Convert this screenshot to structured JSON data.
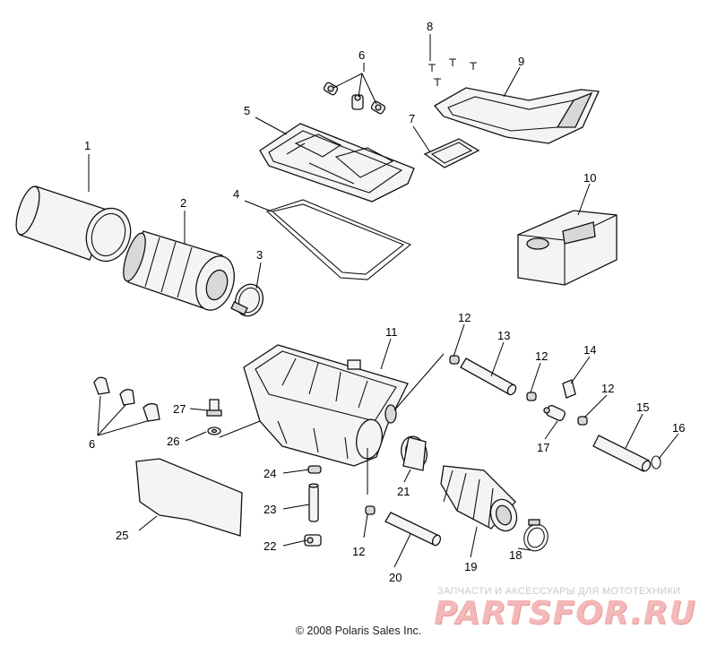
{
  "callouts": [
    {
      "id": "c1",
      "text": "1"
    },
    {
      "id": "c2",
      "text": "2"
    },
    {
      "id": "c3",
      "text": "3"
    },
    {
      "id": "c4",
      "text": "4"
    },
    {
      "id": "c5",
      "text": "5"
    },
    {
      "id": "c6a",
      "text": "6"
    },
    {
      "id": "c6b",
      "text": "6"
    },
    {
      "id": "c7",
      "text": "7"
    },
    {
      "id": "c8",
      "text": "8"
    },
    {
      "id": "c9",
      "text": "9"
    },
    {
      "id": "c10",
      "text": "10"
    },
    {
      "id": "c11",
      "text": "11"
    },
    {
      "id": "c12a",
      "text": "12"
    },
    {
      "id": "c12b",
      "text": "12"
    },
    {
      "id": "c12c",
      "text": "12"
    },
    {
      "id": "c12d",
      "text": "12"
    },
    {
      "id": "c13",
      "text": "13"
    },
    {
      "id": "c14",
      "text": "14"
    },
    {
      "id": "c15",
      "text": "15"
    },
    {
      "id": "c16",
      "text": "16"
    },
    {
      "id": "c17",
      "text": "17"
    },
    {
      "id": "c18",
      "text": "18"
    },
    {
      "id": "c19",
      "text": "19"
    },
    {
      "id": "c20",
      "text": "20"
    },
    {
      "id": "c21",
      "text": "21"
    },
    {
      "id": "c22",
      "text": "22"
    },
    {
      "id": "c23",
      "text": "23"
    },
    {
      "id": "c24",
      "text": "24"
    },
    {
      "id": "c25",
      "text": "25"
    },
    {
      "id": "c26",
      "text": "26"
    },
    {
      "id": "c27",
      "text": "27"
    }
  ],
  "copyright": "© 2008 Polaris Sales Inc.",
  "watermark": {
    "tagline": "ЗАПЧАСТИ И АКСЕССУАРЫ ДЛЯ МОТОТЕХНИКИ",
    "logo": "PARTSFOR.RU"
  }
}
